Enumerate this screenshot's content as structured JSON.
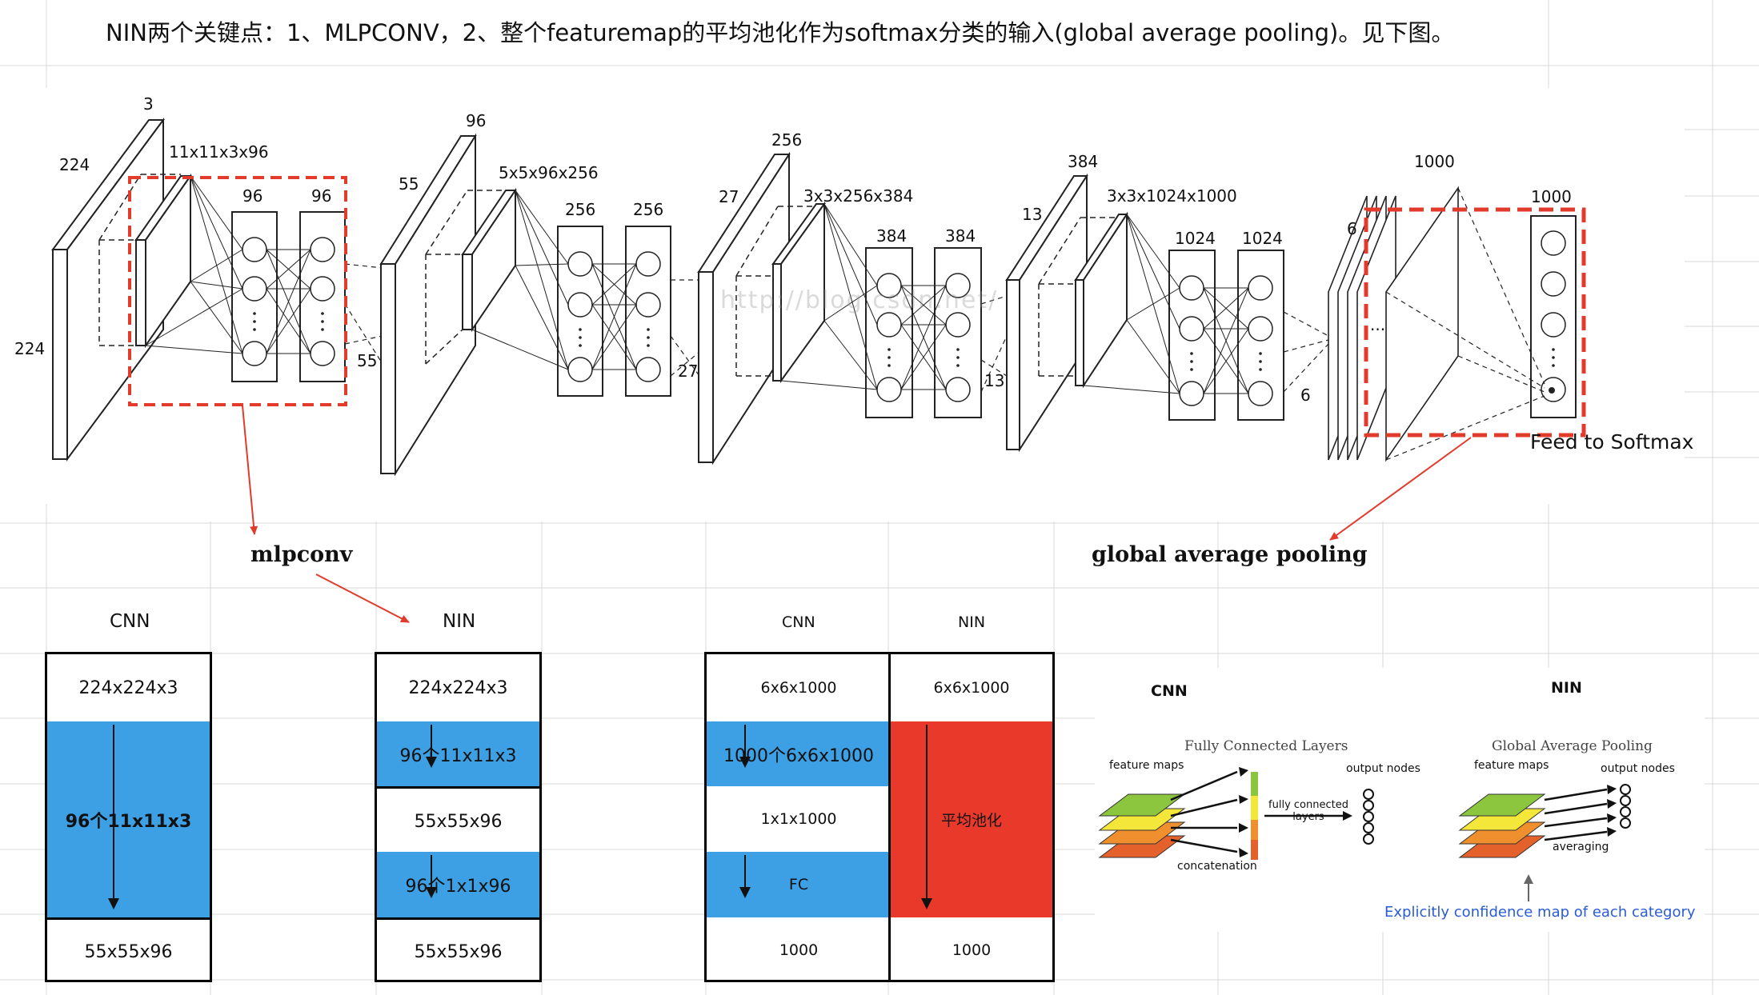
{
  "title": "NIN两个关键点：1、MLPCONV，2、整个featuremap的平均池化作为softmax分类的输入(global average pooling)。见下图。",
  "watermark": "http://blog.csdn.net/",
  "arch": {
    "labels": {
      "s1_depth": "3",
      "s1_h": "224",
      "s1_w": "224",
      "s1_kernel": "11x11x3x96",
      "s1_n1": "96",
      "s1_n2": "96",
      "s1_out": "55",
      "s2_depth": "96",
      "s2_h": "55",
      "s2_kernel": "5x5x96x256",
      "s2_n1": "256",
      "s2_n2": "256",
      "s2_out": "27",
      "s3_depth": "256",
      "s3_h": "27",
      "s3_kernel": "3x3x256x384",
      "s3_n1": "384",
      "s3_n2": "384",
      "s3_out": "13",
      "s4_depth": "384",
      "s4_h": "13",
      "s4_kernel": "3x3x1024x1000",
      "s4_n1": "1024",
      "s4_n2": "1024",
      "s4_out": "6",
      "s5_depth": "1000",
      "s5_h": "6",
      "s5_dots": "...",
      "s5_out": "1000",
      "feed": "Feed to Softmax"
    }
  },
  "callouts": {
    "mlpconv": "mlpconv",
    "gap": "global average pooling"
  },
  "table1": {
    "header": "CNN",
    "rows": [
      "224x224x3",
      "96个11x11x3",
      "55x55x96"
    ]
  },
  "table2": {
    "header": "NIN",
    "rows": [
      "224x224x3",
      "96个11x11x3",
      "55x55x96",
      "96个1x1x96",
      "55x55x96"
    ]
  },
  "table3": {
    "header_left": "CNN",
    "header_right": "NIN",
    "left_rows": [
      "6x6x1000",
      "1000个6x6x1000",
      "1x1x1000",
      "FC",
      "1000"
    ],
    "right_rows": [
      "6x6x1000",
      "平均池化",
      "1000"
    ]
  },
  "figure": {
    "cnn_title": "CNN",
    "nin_title": "NIN",
    "fc_title": "Fully Connected Layers",
    "gap_title": "Global Average Pooling",
    "feature_maps": "feature maps",
    "output_nodes": "output nodes",
    "fc_layers": "fully connected layers",
    "concatenation": "concatenation",
    "averaging": "averaging",
    "caption": "Explicitly confidence map of each category"
  },
  "colors": {
    "highlight_blue": "#3d9fe4",
    "highlight_red": "#e8392a",
    "dash_red": "#e23a2b",
    "caption_blue": "#2a5bd7"
  }
}
